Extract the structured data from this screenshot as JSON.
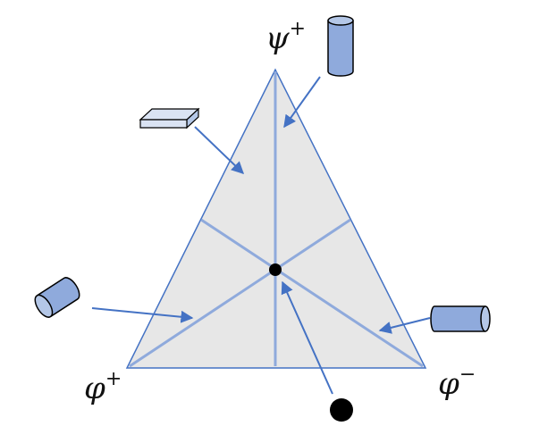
{
  "labels": {
    "top": {
      "symbol": "ψ",
      "sign": "+"
    },
    "left": {
      "symbol": "φ",
      "sign": "+"
    },
    "right": {
      "symbol": "φ",
      "sign": "−"
    }
  },
  "colors": {
    "triangle_fill": "#e7e7e7",
    "triangle_edge": "#4472c4",
    "inner_lines": "#8faadc",
    "arrow": "#4472c4",
    "shape_fill": "#8faadc",
    "shape_end_fill": "#b4c7e7",
    "slab_top": "#dae3f3",
    "slab_side": "#b4c7e7",
    "shape_outline": "#000000",
    "center_dot": "#000000"
  },
  "icons": [
    "vertical-cylinder-icon",
    "flat-slab-icon",
    "tilted-cylinder-icon",
    "horizontal-cylinder-icon",
    "sphere-icon"
  ]
}
